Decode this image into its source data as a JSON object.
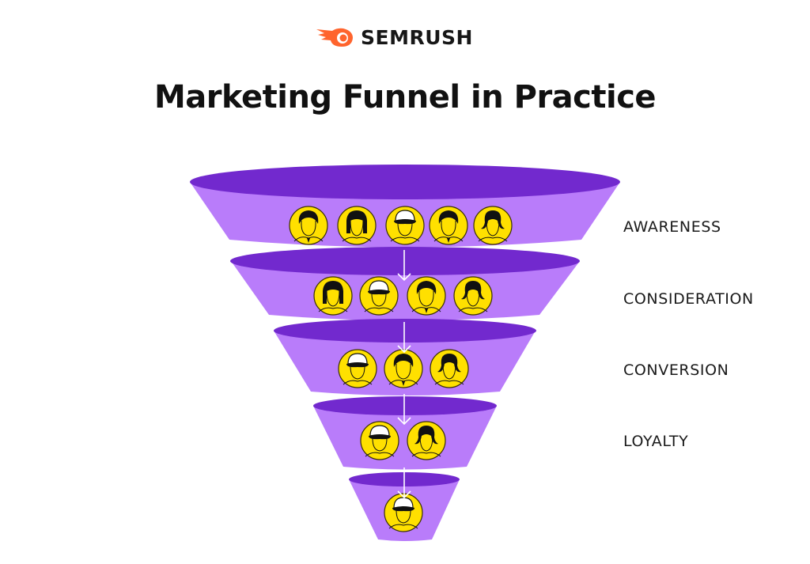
{
  "brand": {
    "name": "SEMRUSH",
    "icon": "semrush-fireball-icon",
    "color": "#FF642D"
  },
  "title": "Marketing Funnel in Practice",
  "colors": {
    "funnel_top": "#7229CE",
    "funnel_body": "#B97CFA",
    "avatar_fill": "#FFE000",
    "text": "#111111"
  },
  "stages": [
    {
      "label": "AWARENESS",
      "people": 5
    },
    {
      "label": "CONSIDERATION",
      "people": 4
    },
    {
      "label": "CONVERSION",
      "people": 3
    },
    {
      "label": "LOYALTY",
      "people": 2
    },
    {
      "label": "",
      "people": 1
    }
  ],
  "avatars": {
    "awareness": [
      "bob-hair-person",
      "long-hair-person",
      "cap-person",
      "bob-hair-person",
      "flip-hair-person"
    ],
    "consideration": [
      "long-hair-person",
      "cap-person",
      "bob-hair-person",
      "flip-hair-person"
    ],
    "conversion": [
      "cap-person",
      "bob-hair-person",
      "flip-hair-person"
    ],
    "loyalty": [
      "cap-person",
      "flip-hair-person"
    ],
    "final": [
      "cap-person"
    ]
  }
}
